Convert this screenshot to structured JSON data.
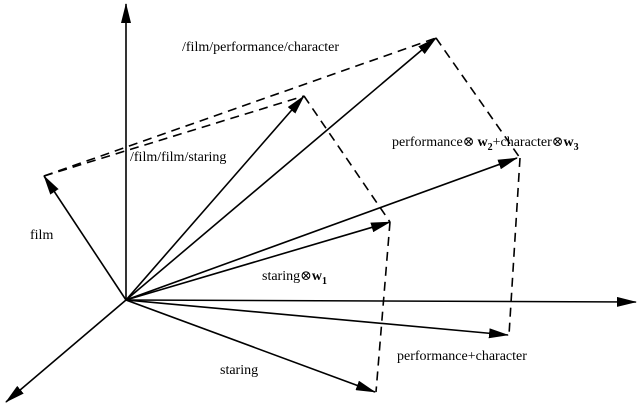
{
  "labels": {
    "path_character": "/film/performance/character",
    "path_staring": "/film/film/staring",
    "film": "film",
    "staring": "staring",
    "performance_plus_character": "performance+character",
    "staring_w1_word": "staring",
    "otimes_symbol": "⊗",
    "w1": "w",
    "w1_sub": "1",
    "perf_word": "performance",
    "w2": "w",
    "w2_sub": "2",
    "plus_character": "+character",
    "w3": "w",
    "w3_sub": "3"
  }
}
